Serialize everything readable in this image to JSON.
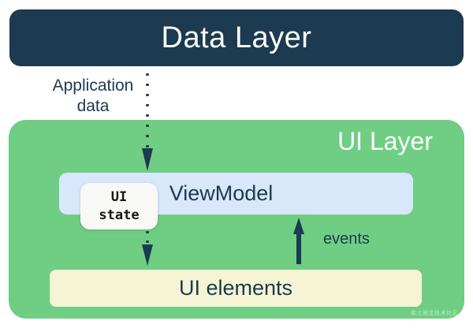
{
  "colors": {
    "navy": "#1C3A50",
    "green": "#6FCE83",
    "lightblue": "#D9E7FB",
    "cream": "#F5F4D5",
    "card": "#F8F8F6"
  },
  "diagram": {
    "data_layer": {
      "label": "Data Layer"
    },
    "app_data_arrow": {
      "label_line1": "Application",
      "label_line2": "data"
    },
    "ui_layer": {
      "title": "UI Layer",
      "viewmodel": {
        "label": "ViewModel"
      },
      "ui_state": {
        "line1": "UI",
        "line2": "state"
      },
      "events_arrow_label": "events",
      "ui_elements": {
        "label": "UI elements"
      }
    },
    "watermark": "稀土掘金技术社区"
  }
}
